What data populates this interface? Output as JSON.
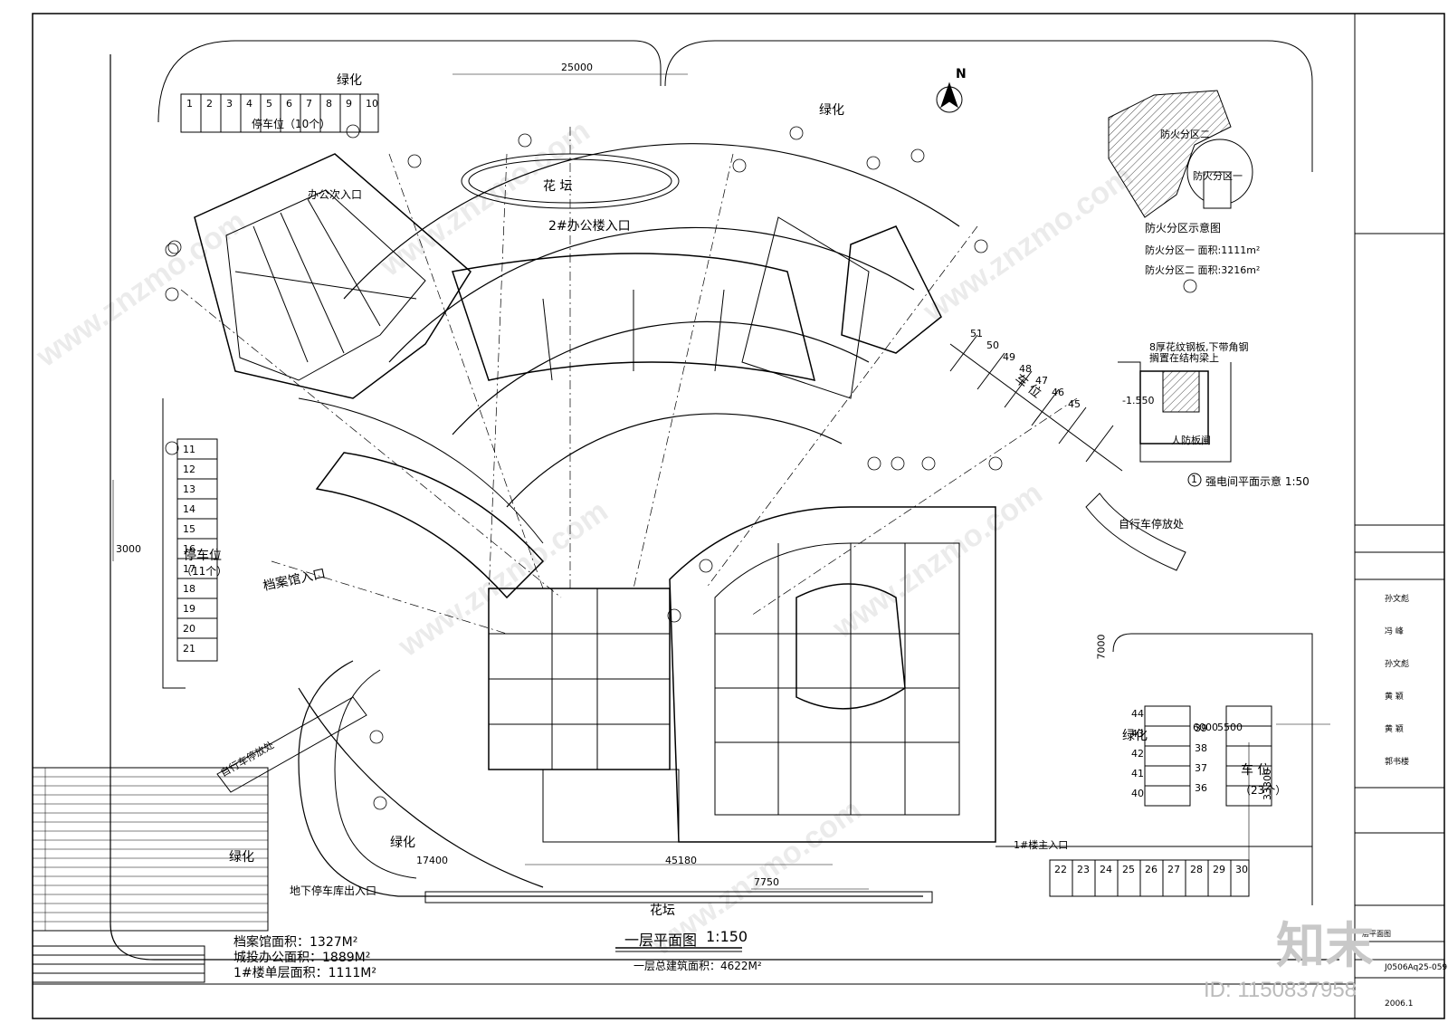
{
  "labels": {
    "greenery_top": "绿化",
    "greenery_top_right": "绿化",
    "greenery_right": "绿化",
    "greenery_bottom_left": "绿化",
    "greenery_bottom_mid": "绿化",
    "parking_top": "停车位（10个）",
    "parking_left": "停车位",
    "parking_left_count": "（11个）",
    "parking_right_bottom": "车 位",
    "parking_right_bottom_count": "（23个）",
    "parking_right_mid": "车 位",
    "office_secondary_entrance": "办公次入口",
    "office_building_2_entrance": "2#办公楼入口",
    "archive_main_entrance": "档案馆入口",
    "flower_bed_top": "花 坛",
    "flower_bed_bottom": "花坛",
    "bike_parking_left": "自行车停放处",
    "bike_parking_right": "自行车停放处",
    "underground_garage_exit": "地下停车库出入口",
    "building_1_entrance": "1#楼主入口",
    "north": "N",
    "dim_25000": "25000",
    "dim_45180": "45180",
    "dim_7750": "7750",
    "dim_17400": "17400",
    "dim_33300": "33300",
    "dim_3000": "3000",
    "dim_5500": "5500",
    "dim_6000": "6000",
    "dim_7000": "7000"
  },
  "fire_zones": {
    "zone1_tag": "防火分区一",
    "zone2_tag": "防火分区二",
    "title": "防火分区示意图",
    "zone1_area": "防火分区一    面积:1111m²",
    "zone2_area": "防火分区二    面积:3216m²"
  },
  "detail": {
    "title": "强电间平面示意  1:50",
    "marker": "1",
    "note_top": "8厚花纹钢板,下带角钢",
    "note_top2": "搁置在结构梁上",
    "manhole": "人防板闸",
    "level": "-1.550"
  },
  "parking_numbers": {
    "top": [
      "1",
      "2",
      "3",
      "4",
      "5",
      "6",
      "7",
      "8",
      "9",
      "10"
    ],
    "left": [
      "11",
      "12",
      "13",
      "14",
      "15",
      "16",
      "17",
      "18",
      "19",
      "20",
      "21"
    ],
    "right_bottom": [
      "22",
      "23",
      "24",
      "25",
      "26",
      "27",
      "28",
      "29",
      "30"
    ],
    "right_column": [
      "36",
      "37",
      "38",
      "39"
    ],
    "right_column_left": [
      "40",
      "41",
      "42",
      "43",
      "44"
    ],
    "right_diagonal": [
      "45",
      "46",
      "47",
      "48",
      "49",
      "50",
      "51"
    ]
  },
  "areas": {
    "archive": "档案馆面积：1327M²",
    "office": "城投办公面积：1889M²",
    "building1": "1#楼单层面积：1111M²",
    "total": "一层总建筑面积：4622M²"
  },
  "plan_title": "一层平面图",
  "plan_scale": "1:150",
  "title_block": {
    "drawing_name": "一层平面图",
    "project_no": "J0506Aq25-059",
    "date": "2006.1",
    "names": [
      "孙文彪",
      "冯 峰",
      "孙文彪",
      "黄 颖",
      "黄 颖",
      "郭书楼"
    ]
  },
  "watermark": {
    "site": "www.znzmo.com",
    "brand": "知末",
    "id": "ID: 1150837958"
  }
}
